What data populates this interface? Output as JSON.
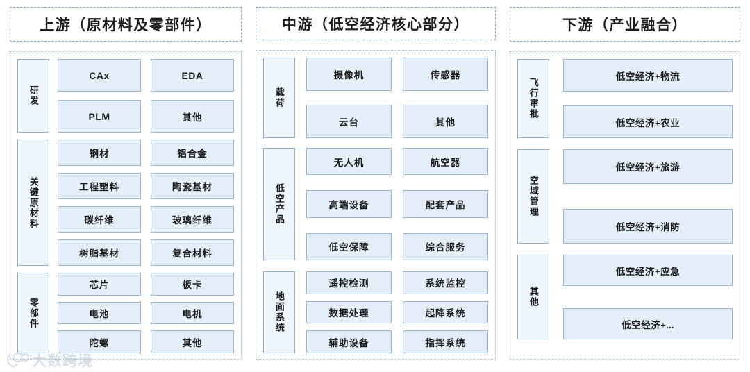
{
  "columns": [
    {
      "header": "上游（原材料及零部件）",
      "groups": [
        {
          "category": "研发",
          "items": [
            "CAx",
            "EDA",
            "PLM",
            "其他"
          ]
        },
        {
          "category": "关键原材料",
          "items": [
            "钢材",
            "铝合金",
            "工程塑料",
            "陶瓷基材",
            "碳纤维",
            "玻璃纤维",
            "树脂基材",
            "复合材料"
          ]
        },
        {
          "category": "零部件",
          "items": [
            "芯片",
            "板卡",
            "电池",
            "电机",
            "陀螺",
            "其他"
          ]
        }
      ]
    },
    {
      "header": "中游（低空经济核心部分）",
      "groups": [
        {
          "category": "载荷",
          "items": [
            "摄像机",
            "传感器",
            "云台",
            "其他"
          ]
        },
        {
          "category": "低空产品",
          "items": [
            "无人机",
            "航空器",
            "高端设备",
            "配套产品",
            "低空保障",
            "综合服务"
          ]
        },
        {
          "category": "地面系统",
          "items": [
            "遥控检测",
            "系统监控",
            "数据处理",
            "起降系统",
            "辅助设备",
            "指挥系统"
          ]
        }
      ]
    },
    {
      "header": "下游（产业融合）",
      "groups": [
        {
          "category": "飞行审批",
          "items": [
            "低空经济+物流",
            "低空经济+农业"
          ]
        },
        {
          "category": "空域管理",
          "items": [
            "低空经济+旅游",
            "低空经济+消防"
          ]
        },
        {
          "category": "其他",
          "items": [
            "低空经济+应急",
            "低空经济+..."
          ]
        }
      ]
    }
  ],
  "watermark": {
    "text": "大数跨境",
    "logo_icon": "circle-logo-icon"
  },
  "colors": {
    "item_fill": "#e3eef8",
    "item_border": "#9ab8d4",
    "category_fill": "#eef5fb",
    "category_border": "#8fb0cd",
    "container_border": "#8fb6d8",
    "header_border": "#7ba7d0",
    "text": "#1b1b1b"
  }
}
